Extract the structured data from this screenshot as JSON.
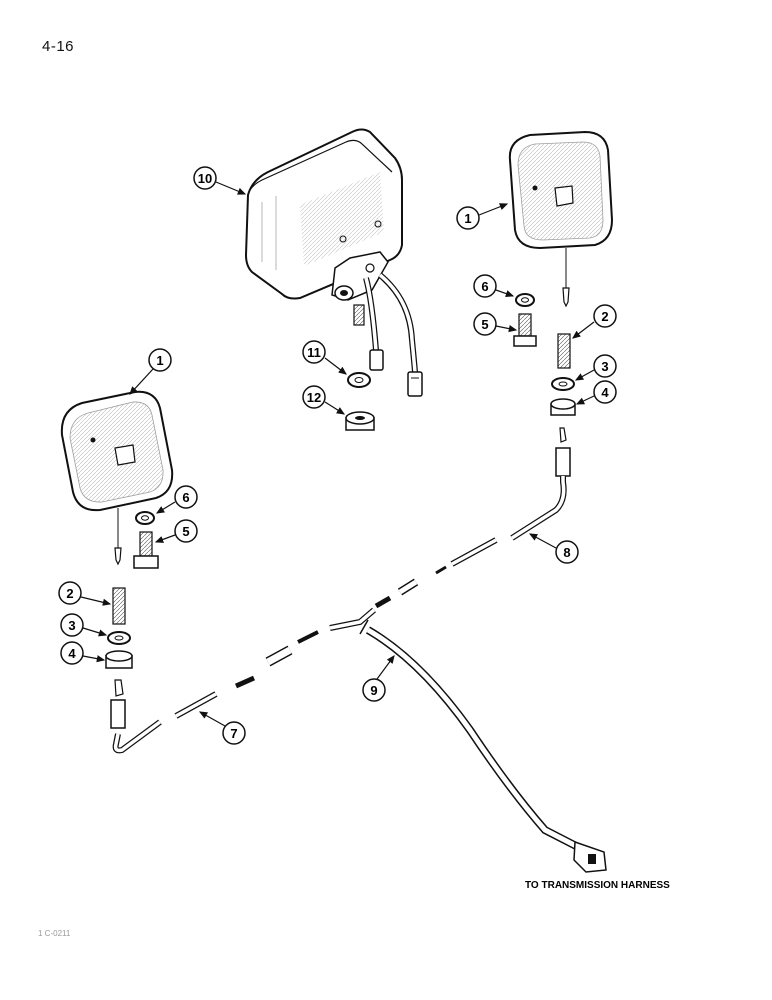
{
  "page": {
    "page_number": "4-16",
    "footer_code": "1 C-0211",
    "note": "TO TRANSMISSION HARNESS"
  },
  "callouts": {
    "lamp_right": "1",
    "lamp_left": "1",
    "stud_right": "2",
    "stud_left": "2",
    "washer_right": "3",
    "washer_left": "3",
    "nut_right": "4",
    "nut_left": "4",
    "bolt_right": "5",
    "bolt_left": "5",
    "lockwasher_right": "6",
    "lockwasher_left": "6",
    "harness_left": "7",
    "harness_right": "8",
    "harness_main": "9",
    "floodlight": "10",
    "lockwasher_center": "11",
    "nut_center": "12"
  }
}
